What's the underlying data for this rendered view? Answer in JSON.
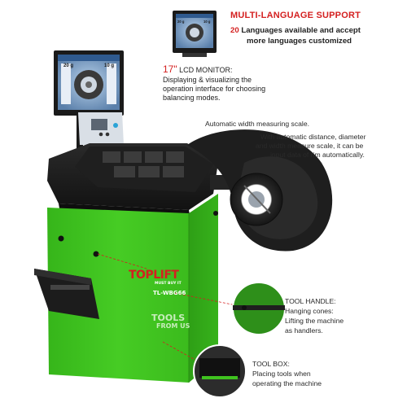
{
  "top": {
    "headline": "MULTI-LANGUAGE SUPPORT",
    "lang_count": "20",
    "lang_line_1": " Languages available and accept",
    "lang_line_2": "more languages customized"
  },
  "monitor": {
    "size": "17\"",
    "label": " LCD MONITOR:",
    "desc_1": "Displaying & visualizing the",
    "desc_2": "operation interface for choosing",
    "desc_3": "balancing modes.",
    "screen_left_value": "20 g",
    "screen_right_value": "10 g",
    "small_screen_left_value": "20 g",
    "small_screen_right_value": "10 g"
  },
  "measure": {
    "title": "Automatic width measuring scale.",
    "desc_1": "With automatic distance, diameter",
    "desc_2": "and width measure scale, it can be",
    "desc_3": "input data of rim automatically."
  },
  "tool_handle": {
    "title": "TOOL HANDLE:",
    "desc_1": "Hanging cones:",
    "desc_2": "Lifting the machine",
    "desc_3": "as handlers."
  },
  "tool_box": {
    "title": "TOOL BOX:",
    "desc_1": "Placing tools when",
    "desc_2": "operating the machine"
  },
  "branding": {
    "logo": "TOPLIFT",
    "tagline": "MUST BUY IT",
    "model": "TL-WBG66",
    "watermark_1": "TOOLS",
    "watermark_2": "FROM US"
  },
  "colors": {
    "machine_green": "#3fc21f",
    "machine_dark": "#1d1d1d",
    "accent_red": "#d42020"
  }
}
